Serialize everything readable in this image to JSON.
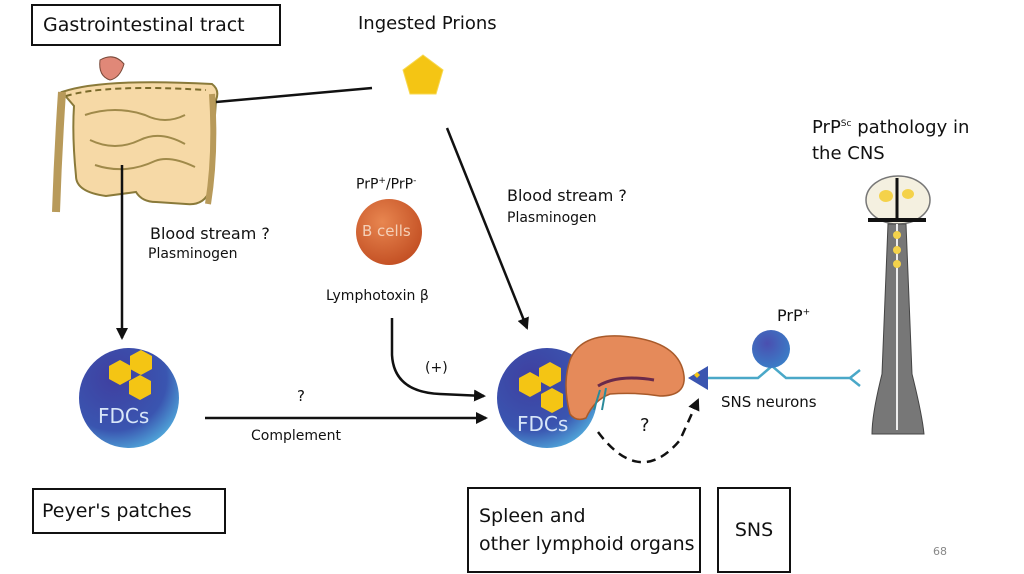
{
  "boxes": {
    "gi_tract": "Gastrointestinal tract",
    "peyers_patches": "Peyer's  patches",
    "spleen_line1": "Spleen and",
    "spleen_line2": "other lymphoid organs",
    "sns": "SNS"
  },
  "labels": {
    "ingested_prions": "Ingested Prions",
    "left_blood_stream": "Blood stream ?",
    "left_plasminogen": "Plasminogen",
    "right_blood_stream": "Blood stream ?",
    "right_plasminogen": "Plasminogen",
    "b_cell_genotype_a": "PrP",
    "b_cell_genotype_a_sup": "+",
    "b_cell_genotype_sep": "/PrP",
    "b_cell_genotype_b_sup": "-",
    "b_cells": "B cells",
    "lymphotoxin": "Lymphotoxin β",
    "plus_sign": "(+)",
    "question_mid": "?",
    "complement": "Complement",
    "question_dashed": "?",
    "fdcs_left": "FDCs",
    "fdcs_right": "FDCs",
    "prp_plus": "PrP",
    "prp_plus_sup": "+",
    "sns_neurons": "SNS neurons",
    "cns_title_a": "PrP",
    "cns_title_sup": "Sc",
    "cns_title_b": " pathology in",
    "cns_title_line2": "the CNS"
  },
  "colors": {
    "fdc_blue": "#3a4aa8",
    "fdc_blue_light": "#4fa3d8",
    "prion_yellow": "#f4c514",
    "b_cell_orange": "#d4622e",
    "spleen_orange": "#e58a5a",
    "gut_tan": "#f6d9a6",
    "neuron_line": "#4aa8c8"
  },
  "page_number": "68"
}
